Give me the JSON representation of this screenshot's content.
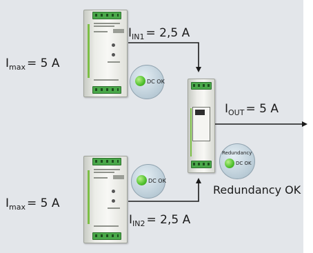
{
  "labels": {
    "imax_top": {
      "main": "I",
      "sub": "max",
      "rest": "= 5 A"
    },
    "iin1": {
      "main": "I",
      "sub": "IN1",
      "rest": "= 2,5 A"
    },
    "iout": {
      "main": "I",
      "sub": "OUT",
      "rest": "= 5 A"
    },
    "imax_bottom": {
      "main": "I",
      "sub": "max",
      "rest": "= 5 A"
    },
    "iin2": {
      "main": "I",
      "sub": "IN2",
      "rest": "= 2,5 A"
    },
    "redundancy_ok": "Redundancy OK"
  },
  "badges": {
    "top_psu": "DC OK",
    "bottom_psu": "DC OK",
    "redundancy_title": "Redundancy",
    "redundancy_status": "DC OK"
  },
  "colors": {
    "background": "#e3e6ea",
    "led_green": "#4fc02d",
    "terminal_green": "#4aa84a",
    "arrow": "#1a1a1a"
  }
}
